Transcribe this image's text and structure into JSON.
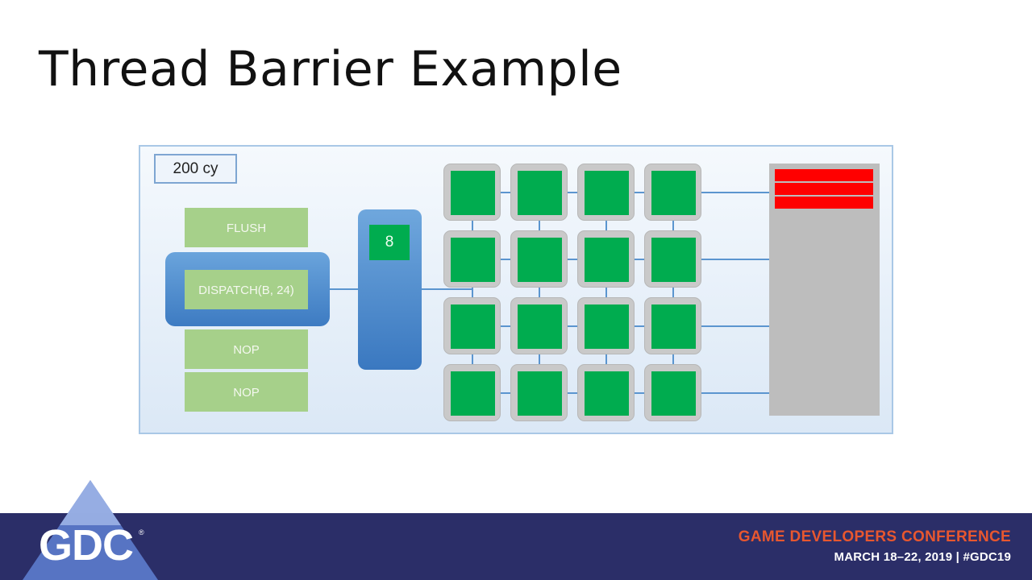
{
  "slide": {
    "title": "Thread Barrier Example"
  },
  "diagram": {
    "cycle_counter": "200 cy",
    "command_buffer": [
      {
        "label": "FLUSH"
      },
      {
        "label": "DISPATCH(B, 24)"
      },
      {
        "label": "NOP"
      },
      {
        "label": "NOP"
      }
    ],
    "dispatch_queue_count": "8",
    "cores": {
      "rows": 4,
      "cols": 4,
      "state": "active",
      "color": "#00ac4f"
    },
    "memory_slots_filled": 3,
    "colors": {
      "command": "#a6d08a",
      "highlight": "#3d7bc2",
      "core_active": "#00ac4f",
      "memory": "#bdbdbd",
      "memory_slot": "#ff0000"
    }
  },
  "footer": {
    "logo_text": "GDC",
    "logo_mark": "®",
    "conference_name": "GAME DEVELOPERS CONFERENCE",
    "dates": "MARCH 18–22, 2019 | #GDC19",
    "colors": {
      "band": "#2b2e68",
      "accent": "#e8572f"
    }
  }
}
